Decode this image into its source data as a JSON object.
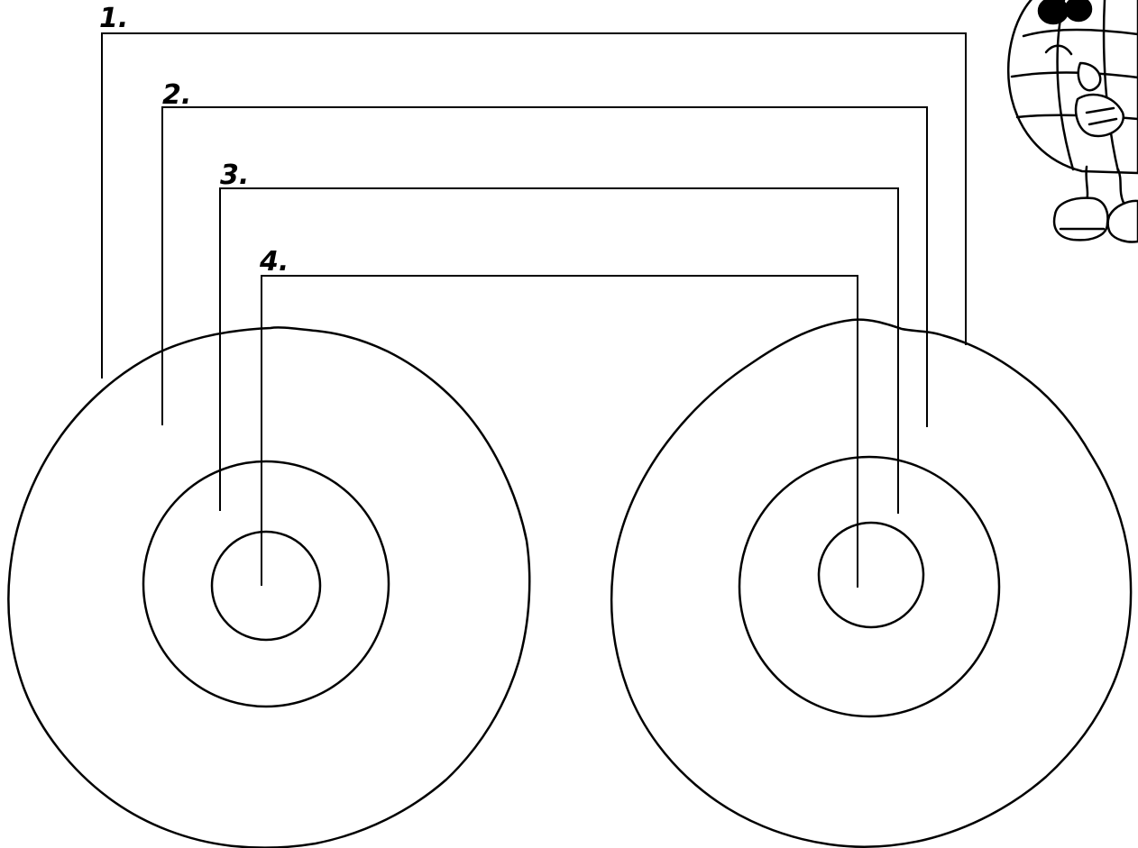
{
  "diagram": {
    "labels": [
      {
        "id": 1,
        "text": "1."
      },
      {
        "id": 2,
        "text": "2."
      },
      {
        "id": 3,
        "text": "3."
      },
      {
        "id": 4,
        "text": "4."
      }
    ],
    "mascot": "globe-cartoon-character"
  }
}
